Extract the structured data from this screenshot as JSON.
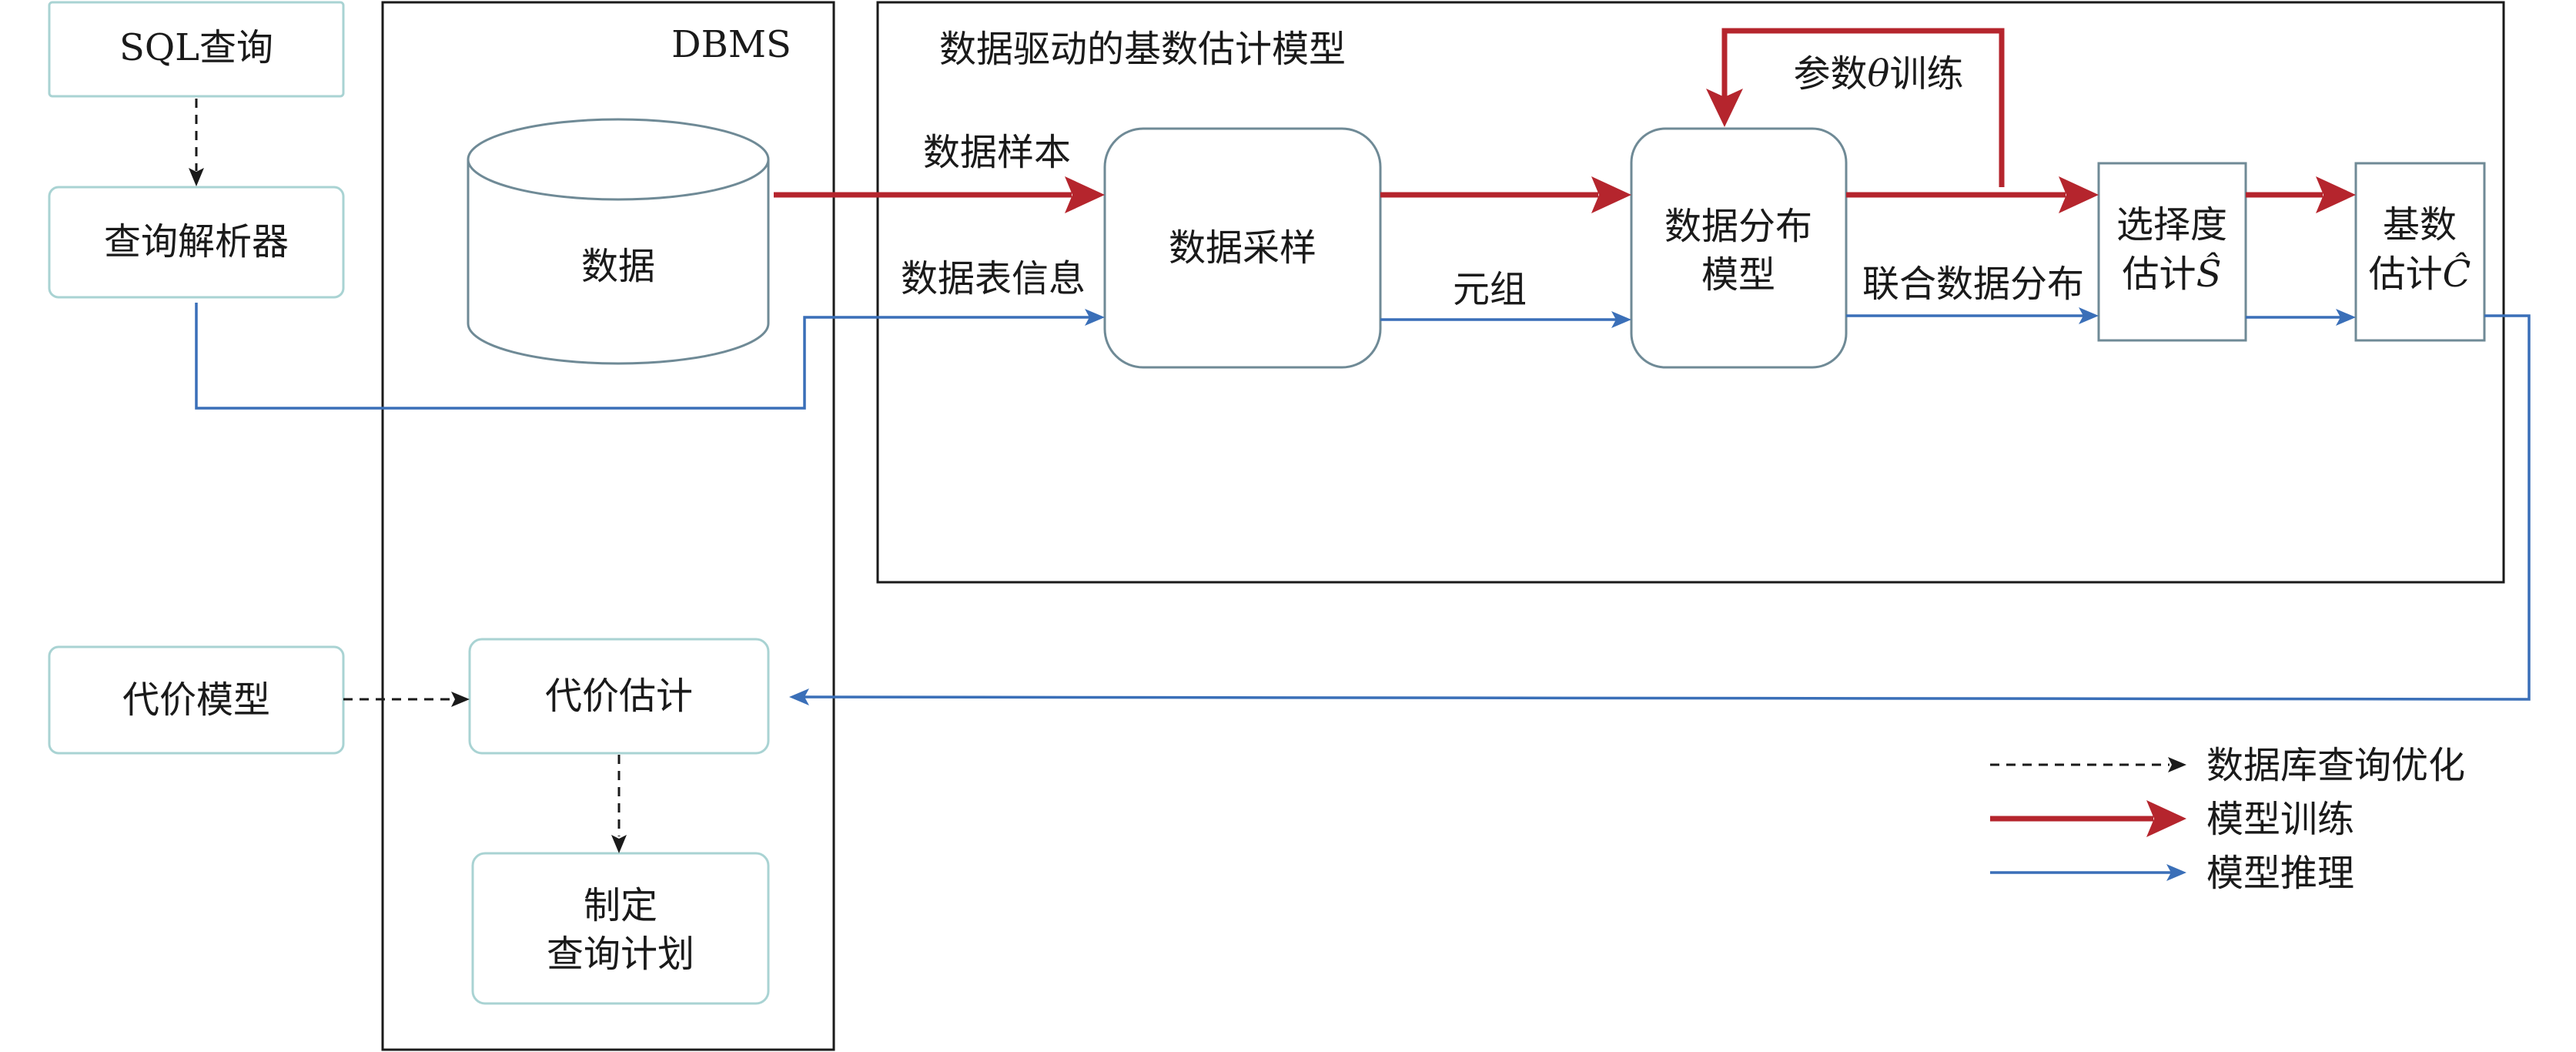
{
  "nodes": {
    "sql_query": "SQL查询",
    "query_parser": "查询解析器",
    "dbms": "DBMS",
    "data": "数据",
    "framework_title": "数据驱动的基数估计模型",
    "data_sampling": "数据采样",
    "data_dist_model_line1": "数据分布",
    "data_dist_model_line2": "模型",
    "selectivity_line1": "选择度",
    "selectivity_line2_prefix": "估计",
    "selectivity_symbol": "Ŝ",
    "cardinality_line1": "基数",
    "cardinality_line2_prefix": "估计",
    "cardinality_symbol": "Ĉ",
    "cost_model": "代价模型",
    "cost_estimation": "代价估计",
    "plan_line1": "制定",
    "plan_line2": "查询计划"
  },
  "edges": {
    "data_samples": "数据样本",
    "table_info": "数据表信息",
    "tuples": "元组",
    "joint_distribution": "联合数据分布",
    "param_training_prefix": "参数",
    "param_training_symbol": "θ",
    "param_training_suffix": "训练"
  },
  "legend": {
    "db_query_optimization": "数据库查询优化",
    "model_training": "模型训练",
    "model_inference": "模型推理"
  },
  "colors": {
    "training": "#b5252d",
    "inference": "#3a6fb8",
    "optimization": "#1a1a1a",
    "box_border": "#a9d3d3"
  }
}
